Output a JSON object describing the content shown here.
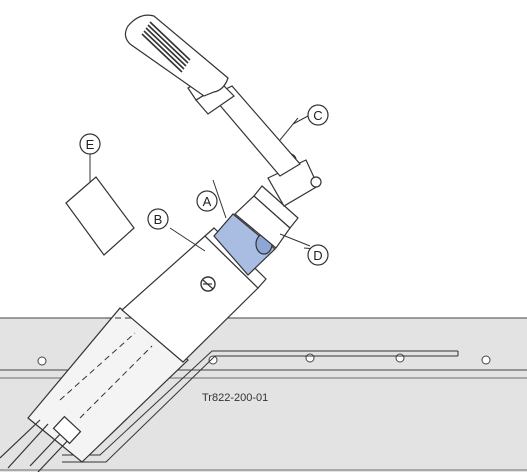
{
  "callouts": {
    "a": "A",
    "b": "B",
    "c": "C",
    "d": "D",
    "e": "E"
  },
  "figure_ref": "Tr822-200-01",
  "colors": {
    "highlight": "#a9bde3",
    "panel": "#e2e2e2",
    "line": "#333333"
  }
}
